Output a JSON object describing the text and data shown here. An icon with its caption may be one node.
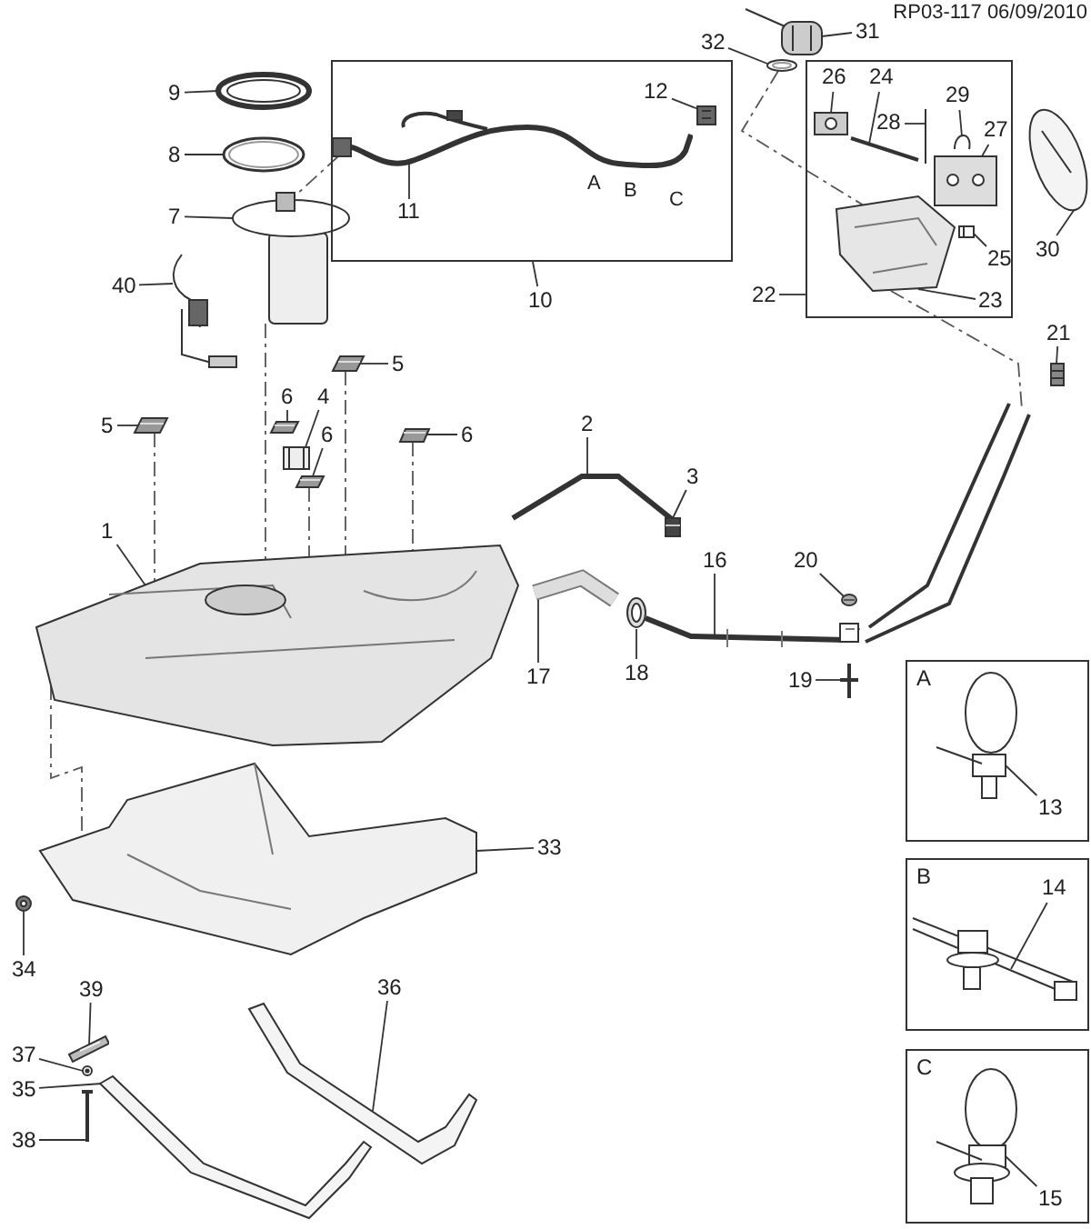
{
  "diagram": {
    "nodes": [
      {
        "text": [
          "32"
        ]
      },
      {
        "text": [
          "31"
        ]
      },
      {
        "text": [
          "9"
        ]
      },
      {
        "text": [],
        "shape": "box"
      },
      {
        "text": [
          "12"
        ],
        "in": 3
      },
      {
        "text": [
          "11"
        ],
        "in": 3
      },
      {
        "text": [],
        "shape": "box"
      },
      {
        "text": [
          "26"
        ],
        "in": 6
      },
      {
        "text": [
          "24"
        ],
        "in": 6
      },
      {
        "text": [
          "29"
        ],
        "in": 6
      },
      {
        "text": [
          "28"
        ],
        "in": 6
      },
      {
        "text": [
          "27"
        ],
        "in": 6
      },
      {
        "text": [
          "30"
        ]
      },
      {
        "text": [
          "25"
        ],
        "in": 6
      },
      {
        "text": [
          "23"
        ],
        "in": 6
      },
      {
        "text": [
          "8"
        ]
      },
      {
        "text": [
          "7"
        ]
      },
      {
        "text": [
          "40"
        ]
      },
      {
        "text": [
          "10"
        ]
      },
      {
        "text": [
          "22"
        ]
      },
      {
        "text": [
          "21"
        ]
      },
      {
        "text": [
          "5"
        ]
      },
      {
        "text": [
          "6"
        ]
      },
      {
        "text": [
          "4"
        ]
      },
      {
        "text": [
          "5"
        ]
      },
      {
        "text": [
          "6"
        ]
      },
      {
        "text": [
          "6"
        ]
      },
      {
        "text": [
          "2"
        ]
      },
      {
        "text": [
          "3"
        ]
      },
      {
        "text": [
          "1"
        ]
      },
      {
        "text": [
          "16"
        ]
      },
      {
        "text": [
          "20"
        ]
      },
      {
        "text": [
          "17"
        ]
      },
      {
        "text": [
          "18"
        ]
      },
      {
        "text": [
          "19"
        ]
      },
      {
        "text": [
          "A"
        ]
      },
      {
        "text": [
          "13"
        ],
        "in": 35
      },
      {
        "text": [
          "33"
        ]
      },
      {
        "text": [
          "B"
        ]
      },
      {
        "text": [
          "14"
        ],
        "in": 38
      },
      {
        "text": [
          "34"
        ]
      },
      {
        "text": [
          "39"
        ]
      },
      {
        "text": [
          "36"
        ]
      },
      {
        "text": [
          "37"
        ]
      },
      {
        "text": [
          "35"
        ]
      },
      {
        "text": [
          "C"
        ]
      },
      {
        "text": [
          "15"
        ],
        "in": 45
      },
      {
        "text": [
          "38"
        ]
      },
      {
        "text": [],
        "shape": "picture"
      },
      {
        "text": [],
        "shape": "picture"
      },
      {
        "text": [],
        "shape": "picture"
      },
      {
        "text": [],
        "shape": "picture"
      },
      {
        "text": [],
        "shape": "picture",
        "in": 3,
        "beside": [
          "A",
          "B",
          "C"
        ]
      },
      {
        "text": [],
        "shape": "picture",
        "in": 3
      },
      {
        "text": [],
        "shape": "picture"
      },
      {
        "text": [],
        "shape": "picture"
      },
      {
        "text": [],
        "shape": "picture",
        "in": 6
      },
      {
        "text": [],
        "shape": "picture",
        "in": 6
      },
      {
        "text": [],
        "shape": "picture",
        "in": 6
      },
      {
        "text": [],
        "shape": "picture",
        "in": 6
      },
      {
        "text": [],
        "shape": "picture",
        "in": 6
      },
      {
        "text": [],
        "shape": "picture"
      },
      {
        "text": [],
        "shape": "picture",
        "in": 6
      },
      {
        "text": [],
        "shape": "picture",
        "in": 6
      },
      {
        "text": [],
        "shape": "picture"
      },
      {
        "text": [],
        "shape": "picture"
      },
      {
        "text": [],
        "shape": "picture"
      },
      {
        "text": [],
        "shape": "picture"
      },
      {
        "text": [],
        "shape": "picture"
      },
      {
        "text": [],
        "shape": "picture"
      },
      {
        "text": [],
        "shape": "picture"
      },
      {
        "text": [],
        "shape": "picture"
      },
      {
        "text": [],
        "shape": "picture"
      },
      {
        "text": [],
        "shape": "picture"
      },
      {
        "text": [],
        "shape": "picture"
      },
      {
        "text": [],
        "shape": "picture"
      },
      {
        "text": [],
        "shape": "picture"
      },
      {
        "text": [],
        "shape": "picture"
      },
      {
        "text": [],
        "shape": "picture"
      },
      {
        "text": [],
        "shape": "picture",
        "in": 35
      },
      {
        "text": [],
        "shape": "picture"
      },
      {
        "text": [],
        "shape": "picture",
        "in": 38
      },
      {
        "text": [],
        "shape": "picture"
      },
      {
        "text": [],
        "shape": "picture"
      },
      {
        "text": [],
        "shape": "picture"
      },
      {
        "text": [],
        "shape": "picture"
      },
      {
        "text": [],
        "shape": "picture"
      },
      {
        "text": [],
        "shape": "picture",
        "in": 45
      },
      {
        "text": [],
        "shape": "picture"
      },
      {
        "text": [],
        "shape": "picture"
      }
    ],
    "edges": [
      {
        "from": 0,
        "to": 55,
        "arrow": "none"
      },
      {
        "from": 1,
        "to": 54,
        "arrow": "none"
      },
      {
        "from": 2,
        "to": 48,
        "arrow": "none"
      },
      {
        "from": 4,
        "to": 53,
        "arrow": "none"
      },
      {
        "from": 5,
        "to": 52,
        "arrow": "none"
      },
      {
        "from": 7,
        "to": 56,
        "arrow": "none"
      },
      {
        "from": 8,
        "to": 57,
        "arrow": "none"
      },
      {
        "from": 9,
        "to": 59,
        "arrow": "none"
      },
      {
        "from": 10,
        "to": 58,
        "arrow": "none"
      },
      {
        "from": 11,
        "to": 60,
        "arrow": "none"
      },
      {
        "from": 12,
        "to": 61,
        "arrow": "none"
      },
      {
        "from": 13,
        "to": 62,
        "arrow": "none"
      },
      {
        "from": 14,
        "to": 63,
        "arrow": "none"
      },
      {
        "from": 15,
        "to": 49,
        "arrow": "none"
      },
      {
        "from": 16,
        "to": 50,
        "arrow": "none"
      },
      {
        "from": 17,
        "to": 51,
        "arrow": "none"
      },
      {
        "from": 18,
        "to": 3,
        "arrow": "none"
      },
      {
        "from": 19,
        "to": 6,
        "arrow": "none"
      },
      {
        "from": 20,
        "to": 64,
        "arrow": "none"
      },
      {
        "from": 21,
        "to": 65,
        "arrow": "none"
      },
      {
        "from": 22,
        "to": 66,
        "arrow": "none"
      },
      {
        "from": 23,
        "to": 67,
        "arrow": "none"
      },
      {
        "from": 24,
        "to": 68,
        "arrow": "none"
      },
      {
        "from": 25,
        "to": 69,
        "arrow": "none"
      },
      {
        "from": 26,
        "to": 70,
        "arrow": "none"
      },
      {
        "from": 27,
        "to": 71,
        "arrow": "none"
      },
      {
        "from": 28,
        "to": 72,
        "arrow": "none"
      },
      {
        "from": 29,
        "to": 73,
        "arrow": "none"
      },
      {
        "from": 30,
        "to": 74,
        "arrow": "none"
      },
      {
        "from": 31,
        "to": 75,
        "arrow": "none"
      },
      {
        "from": 32,
        "to": 76,
        "arrow": "none"
      },
      {
        "from": 33,
        "to": 77,
        "arrow": "none"
      },
      {
        "from": 34,
        "to": 78,
        "arrow": "none"
      },
      {
        "from": 36,
        "to": 79,
        "arrow": "none"
      },
      {
        "from": 37,
        "to": 80,
        "arrow": "none"
      },
      {
        "from": 39,
        "to": 81,
        "arrow": "none"
      },
      {
        "from": 40,
        "to": 82,
        "arrow": "none"
      },
      {
        "from": 41,
        "to": 83,
        "arrow": "none"
      },
      {
        "from": 42,
        "to": 84,
        "arrow": "none"
      },
      {
        "from": 43,
        "to": 85,
        "arrow": "none"
      },
      {
        "from": 44,
        "to": 86,
        "arrow": "none"
      },
      {
        "from": 46,
        "to": 87,
        "arrow": "none"
      },
      {
        "from": 47,
        "to": 88,
        "arrow": "none"
      },
      {
        "from": 50,
        "to": 73,
        "arrow": "none",
        "style": "dashed"
      },
      {
        "from": 52,
        "to": 50,
        "arrow": "none",
        "style": "dashed"
      },
      {
        "from": 65,
        "to": 73,
        "arrow": "none",
        "style": "dashed"
      },
      {
        "from": 68,
        "to": 73,
        "arrow": "none",
        "style": "dashed"
      },
      {
        "from": 70,
        "to": 73,
        "arrow": "none",
        "style": "dashed"
      },
      {
        "from": 69,
        "to": 73,
        "arrow": "none",
        "style": "dashed"
      },
      {
        "from": 55,
        "to": 63,
        "arrow": "none",
        "style": "dashed"
      },
      {
        "from": 63,
        "to": 89,
        "arrow": "none",
        "style": "dashed"
      },
      {
        "from": 73,
        "to": 80,
        "arrow": "none",
        "style": "dashed"
      }
    ],
    "labels": [
      "RP03-117 06/09/2010"
    ]
  }
}
